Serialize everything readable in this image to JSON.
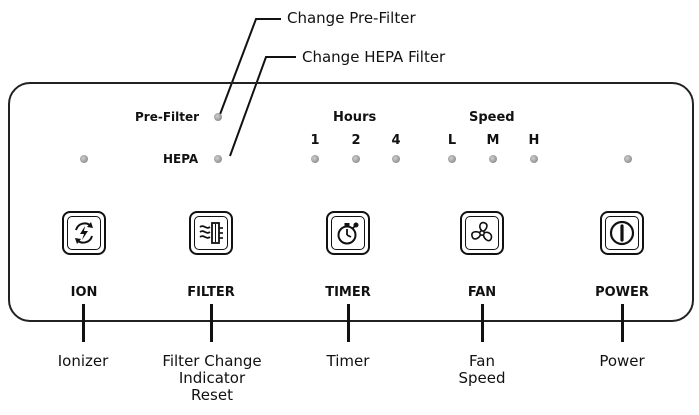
{
  "callouts": {
    "change_pre_filter": "Change Pre-Filter",
    "change_hepa_filter": "Change HEPA Filter"
  },
  "indicators": {
    "pre_filter": "Pre-Filter",
    "hepa": "HEPA",
    "hours_title": "Hours",
    "hours": [
      "1",
      "2",
      "4"
    ],
    "speed_title": "Speed",
    "speeds": [
      "L",
      "M",
      "H"
    ]
  },
  "buttons": {
    "ion": "ION",
    "filter": "FILTER",
    "timer": "TIMER",
    "fan": "FAN",
    "power": "POWER"
  },
  "functions": {
    "ionizer": "Ionizer",
    "filter_line1": "Filter Change",
    "filter_line2": "Indicator",
    "filter_line3": "Reset",
    "timer": "Timer",
    "fan_line1": "Fan",
    "fan_line2": "Speed",
    "power": "Power"
  },
  "icons": [
    "ion-icon",
    "filter-icon",
    "timer-icon",
    "fan-icon",
    "power-icon"
  ]
}
